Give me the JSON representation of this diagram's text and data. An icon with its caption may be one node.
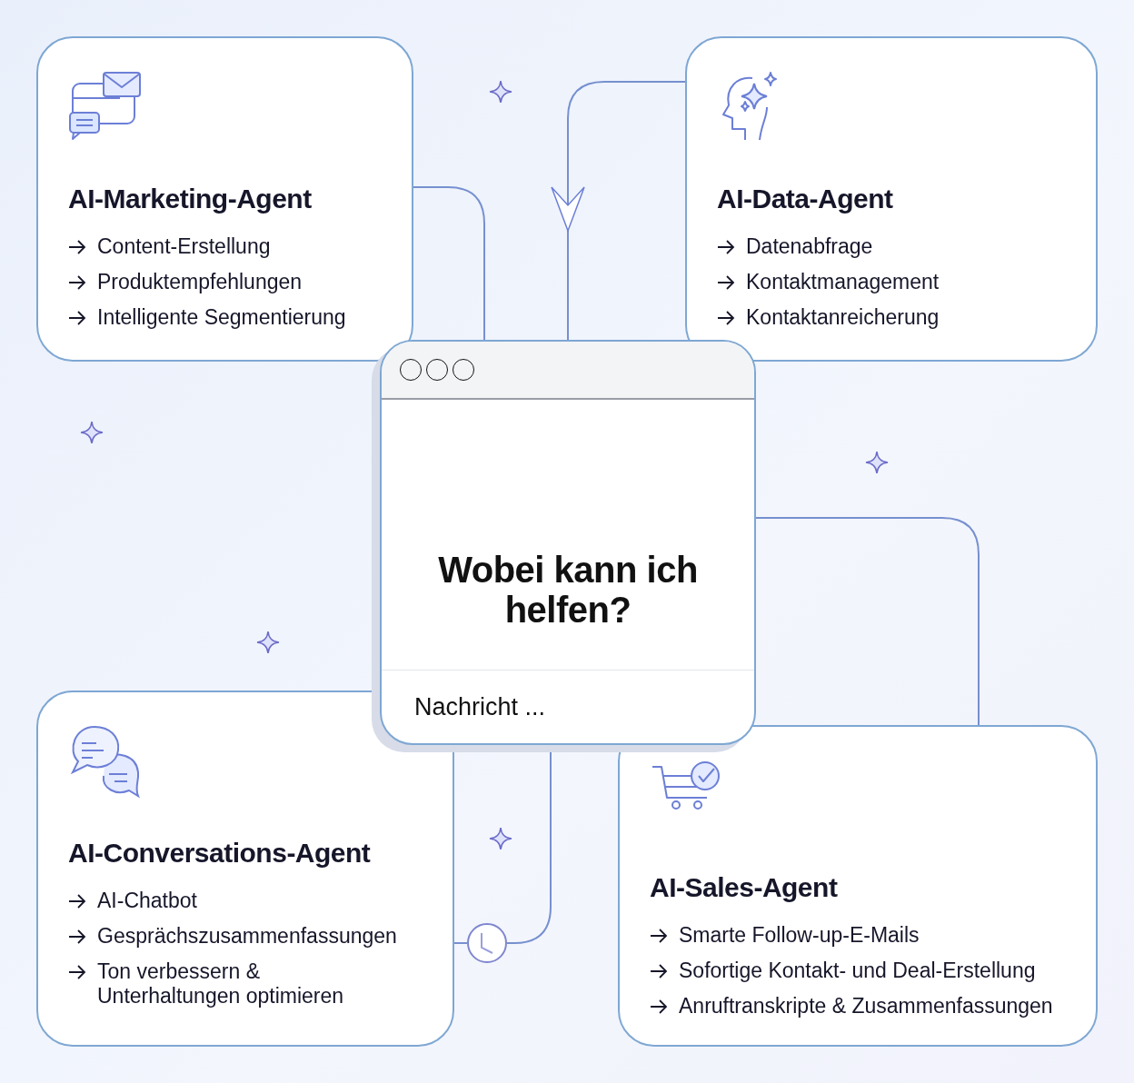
{
  "diagram": {
    "nodes": [
      {
        "text": [
          "AI-Marketing-Agent",
          "Content-Erstellung",
          "Produktempfehlungen",
          "Intelligente Segmentierung"
        ]
      },
      {
        "text": [
          "AI-Data-Agent",
          "Datenabfrage",
          "Kontaktmanagement",
          "Kontaktanreicherung"
        ]
      },
      {
        "text": [
          "Wobei kann ich helfen?",
          "Nachricht ..."
        ]
      },
      {
        "text": [
          "AI-Conversations-Agent",
          "AI-Chatbot",
          "Gesprächszusammenfassungen",
          "Ton verbessern & Unterhaltungen optimieren"
        ]
      },
      {
        "text": [],
        "shape": "circle"
      },
      {
        "text": [
          "AI-Sales-Agent",
          "Smarte Follow-up-E-Mails",
          "Sofortige Kontakt- und Deal-Erstellung",
          "Anruftranskripte & Zusammenfassungen"
        ]
      }
    ],
    "edges": [
      {
        "from": 0,
        "to": 2,
        "arrow": "none"
      },
      {
        "from": 1,
        "to": 2,
        "arrow": "to"
      },
      {
        "from": 2,
        "to": 5,
        "arrow": "none"
      },
      {
        "from": 2,
        "to": 4,
        "arrow": "none"
      },
      {
        "from": 4,
        "to": 3,
        "arrow": "none"
      }
    ]
  }
}
